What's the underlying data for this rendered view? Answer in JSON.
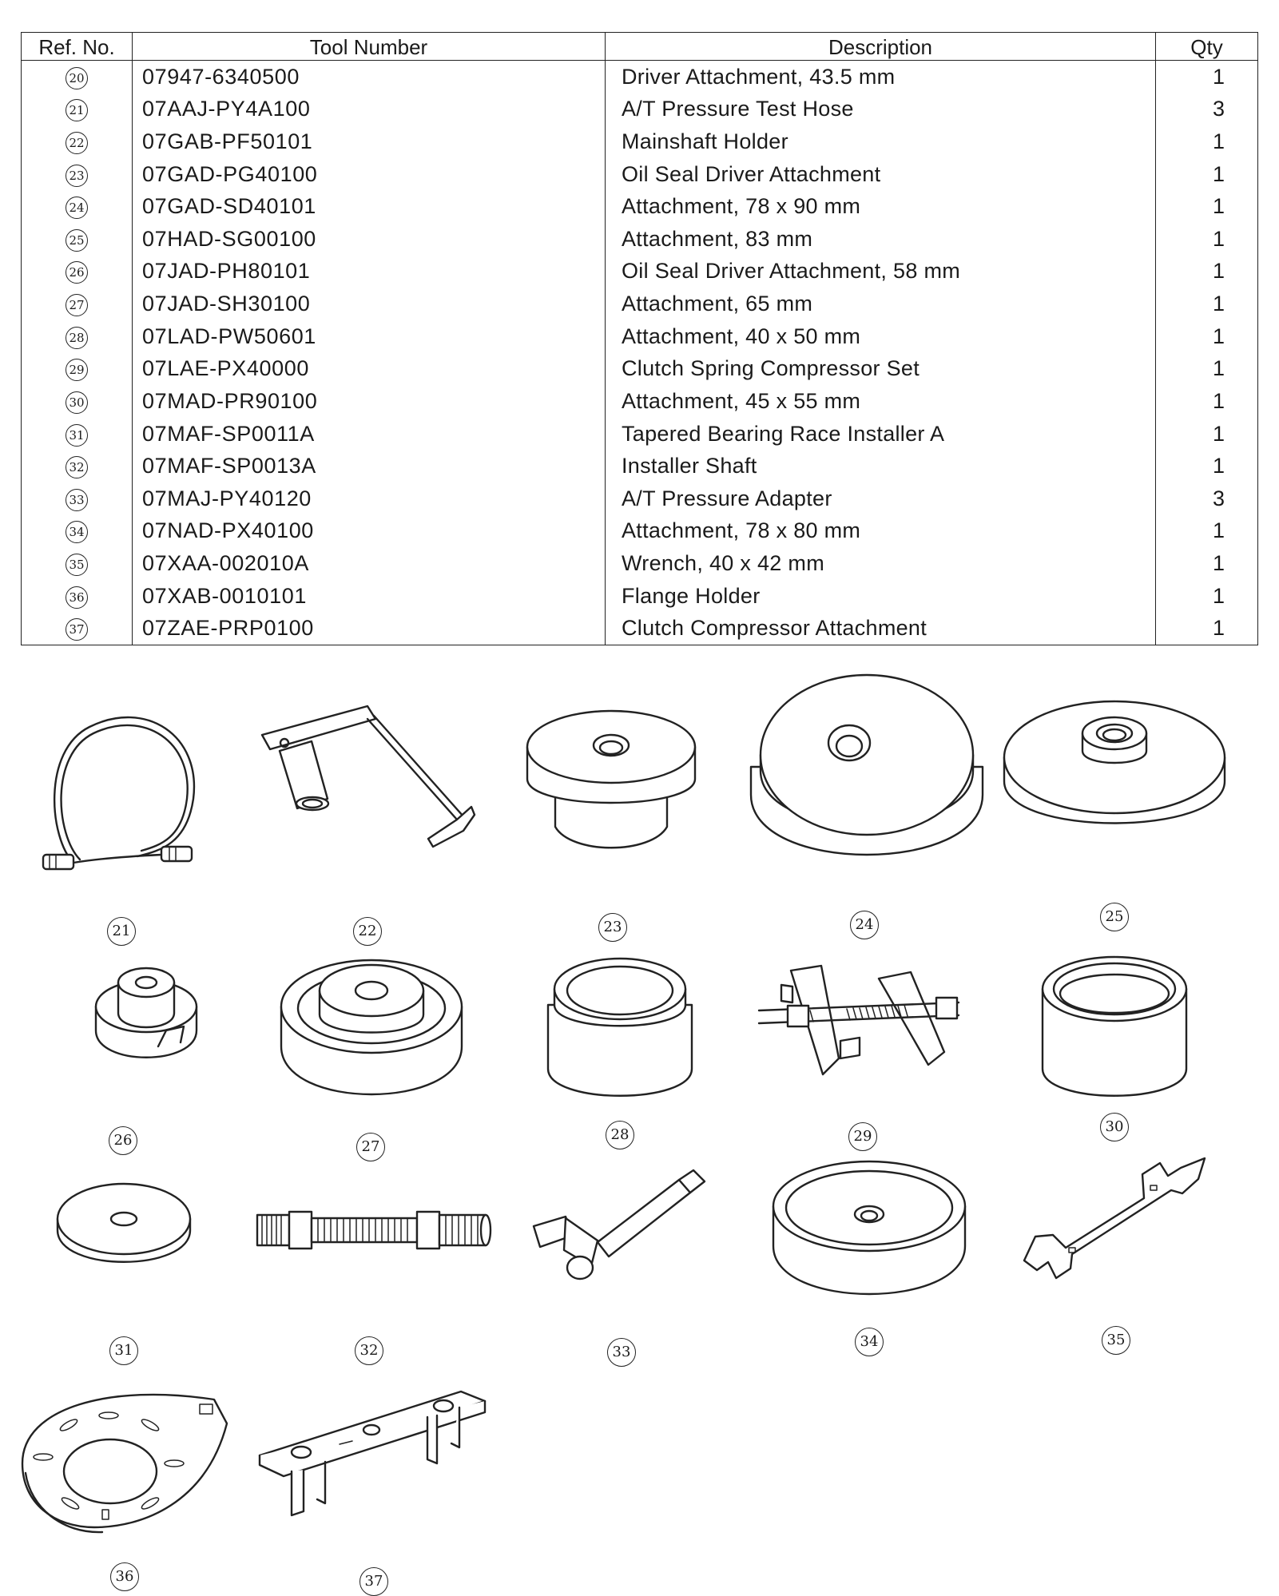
{
  "table": {
    "headers": {
      "ref": "Ref. No.",
      "tool": "Tool Number",
      "desc": "Description",
      "qty": "Qty"
    },
    "rows": [
      {
        "ref": "20",
        "tool": "07947-6340500",
        "desc": "Driver Attachment, 43.5 mm",
        "qty": "1"
      },
      {
        "ref": "21",
        "tool": "07AAJ-PY4A100",
        "desc": "A/T Pressure Test Hose",
        "qty": "3"
      },
      {
        "ref": "22",
        "tool": "07GAB-PF50101",
        "desc": "Mainshaft Holder",
        "qty": "1"
      },
      {
        "ref": "23",
        "tool": "07GAD-PG40100",
        "desc": "Oil Seal Driver Attachment",
        "qty": "1"
      },
      {
        "ref": "24",
        "tool": "07GAD-SD40101",
        "desc": "Attachment, 78 x 90 mm",
        "qty": "1"
      },
      {
        "ref": "25",
        "tool": "07HAD-SG00100",
        "desc": "Attachment, 83 mm",
        "qty": "1"
      },
      {
        "ref": "26",
        "tool": "07JAD-PH80101",
        "desc": "Oil Seal Driver Attachment, 58 mm",
        "qty": "1"
      },
      {
        "ref": "27",
        "tool": "07JAD-SH30100",
        "desc": "Attachment, 65 mm",
        "qty": "1"
      },
      {
        "ref": "28",
        "tool": "07LAD-PW50601",
        "desc": "Attachment, 40 x 50 mm",
        "qty": "1"
      },
      {
        "ref": "29",
        "tool": "07LAE-PX40000",
        "desc": "Clutch Spring Compressor Set",
        "qty": "1"
      },
      {
        "ref": "30",
        "tool": "07MAD-PR90100",
        "desc": "Attachment, 45 x 55 mm",
        "qty": "1"
      },
      {
        "ref": "31",
        "tool": "07MAF-SP0011A",
        "desc": "Tapered Bearing Race Installer A",
        "qty": "1"
      },
      {
        "ref": "32",
        "tool": "07MAF-SP0013A",
        "desc": "Installer Shaft",
        "qty": "1"
      },
      {
        "ref": "33",
        "tool": "07MAJ-PY40120",
        "desc": "A/T Pressure Adapter",
        "qty": "3"
      },
      {
        "ref": "34",
        "tool": "07NAD-PX40100",
        "desc": "Attachment, 78 x 80 mm",
        "qty": "1"
      },
      {
        "ref": "35",
        "tool": "07XAA-002010A",
        "desc": "Wrench, 40 x 42 mm",
        "qty": "1"
      },
      {
        "ref": "36",
        "tool": "07XAB-0010101",
        "desc": "Flange Holder",
        "qty": "1"
      },
      {
        "ref": "37",
        "tool": "07ZAE-PRP0100",
        "desc": "Clutch Compressor Attachment",
        "qty": "1"
      }
    ]
  },
  "figures": [
    {
      "label": "21",
      "icon": "test-hose-icon"
    },
    {
      "label": "22",
      "icon": "mainshaft-holder-icon"
    },
    {
      "label": "23",
      "icon": "driver-attachment-icon"
    },
    {
      "label": "24",
      "icon": "attachment-disc-icon"
    },
    {
      "label": "25",
      "icon": "attachment-disc-icon"
    },
    {
      "label": "26",
      "icon": "oil-seal-driver-icon"
    },
    {
      "label": "27",
      "icon": "attachment-icon"
    },
    {
      "label": "28",
      "icon": "attachment-sleeve-icon"
    },
    {
      "label": "29",
      "icon": "spring-compressor-icon"
    },
    {
      "label": "30",
      "icon": "attachment-sleeve-icon"
    },
    {
      "label": "31",
      "icon": "race-installer-icon"
    },
    {
      "label": "32",
      "icon": "installer-shaft-icon"
    },
    {
      "label": "33",
      "icon": "pressure-adapter-icon"
    },
    {
      "label": "34",
      "icon": "attachment-cup-icon"
    },
    {
      "label": "35",
      "icon": "wrench-icon"
    },
    {
      "label": "36",
      "icon": "flange-holder-icon"
    },
    {
      "label": "37",
      "icon": "compressor-attachment-icon"
    }
  ]
}
